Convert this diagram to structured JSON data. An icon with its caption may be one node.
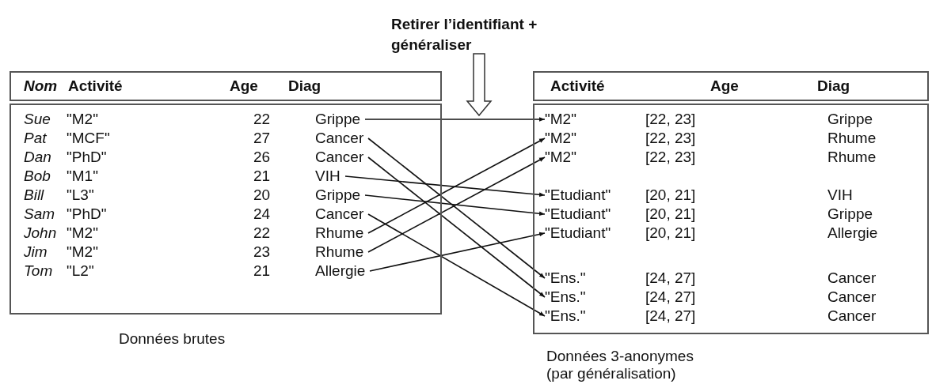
{
  "diagram": {
    "nodes": [
      {
        "text": [
          "Nom",
          "Activité",
          "Age",
          "Diag"
        ]
      },
      {
        "text": [],
        "shape": "box",
        "beside": [
          "Données brutes"
        ]
      },
      {
        "text": [
          "Sue",
          "\"M2\"",
          "22",
          "Grippe"
        ],
        "in": 1
      },
      {
        "text": [
          "Pat",
          "\"MCF\"",
          "27",
          "Cancer"
        ],
        "in": 1
      },
      {
        "text": [
          "Dan",
          "\"PhD\"",
          "26",
          "Cancer"
        ],
        "in": 1
      },
      {
        "text": [
          "Bob",
          "\"M1\"",
          "21",
          "VIH"
        ],
        "in": 1
      },
      {
        "text": [
          "Bill",
          "\"L3\"",
          "20",
          "Grippe"
        ],
        "in": 1
      },
      {
        "text": [
          "Sam",
          "\"PhD\"",
          "24",
          "Cancer"
        ],
        "in": 1
      },
      {
        "text": [
          "John",
          "\"M2\"",
          "22",
          "Rhume"
        ],
        "in": 1
      },
      {
        "text": [
          "Jim",
          "\"M2\"",
          "23",
          "Rhume"
        ],
        "in": 1
      },
      {
        "text": [
          "Tom",
          "\"L2\"",
          "21",
          "Allergie"
        ],
        "in": 1
      },
      {
        "text": [
          "Activité",
          "Age",
          "Diag"
        ]
      },
      {
        "text": [],
        "shape": "box",
        "beside": [
          "Données 3-anonymes (par généralisation)"
        ]
      },
      {
        "text": [
          "\"M2\"",
          "[22, 23]",
          "Grippe"
        ],
        "in": 12
      },
      {
        "text": [
          "\"M2\"",
          "[22, 23]",
          "Rhume"
        ],
        "in": 12
      },
      {
        "text": [
          "\"M2\"",
          "[22, 23]",
          "Rhume"
        ],
        "in": 12
      },
      {
        "text": [
          "\"Etudiant\"",
          "[20, 21]",
          "VIH"
        ],
        "in": 12
      },
      {
        "text": [
          "\"Etudiant\"",
          "[20, 21]",
          "Grippe"
        ],
        "in": 12
      },
      {
        "text": [
          "\"Etudiant\"",
          "[20, 21]",
          "Allergie"
        ],
        "in": 12
      },
      {
        "text": [
          "\"Ens.\"",
          "[24, 27]",
          "Cancer"
        ],
        "in": 12
      },
      {
        "text": [
          "\"Ens.\"",
          "[24, 27]",
          "Cancer"
        ],
        "in": 12
      },
      {
        "text": [
          "\"Ens.\"",
          "[24, 27]",
          "Cancer"
        ],
        "in": 12
      }
    ],
    "edges": [
      {
        "from": 2,
        "to": 13,
        "arrow": "to"
      },
      {
        "from": 3,
        "to": 19,
        "arrow": "to"
      },
      {
        "from": 4,
        "to": 20,
        "arrow": "to"
      },
      {
        "from": 5,
        "to": 16,
        "arrow": "to"
      },
      {
        "from": 6,
        "to": 17,
        "arrow": "to"
      },
      {
        "from": 7,
        "to": 21,
        "arrow": "to"
      },
      {
        "from": 8,
        "to": 14,
        "arrow": "to"
      },
      {
        "from": 9,
        "to": 15,
        "arrow": "to"
      },
      {
        "from": 10,
        "to": 18,
        "arrow": "to"
      }
    ],
    "labels": [
      "Retirer l’identifiant + généraliser"
    ]
  }
}
